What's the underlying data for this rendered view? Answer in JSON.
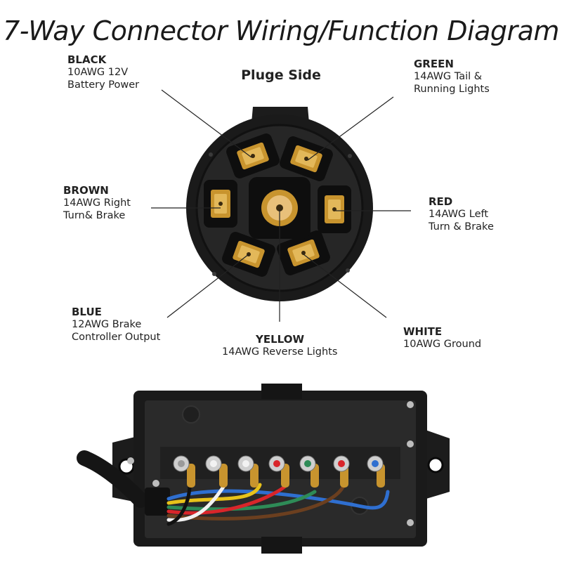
{
  "title": "7-Way Connector Wiring/Function Diagram",
  "subtitle": "Pluge Side",
  "labels": {
    "black": {
      "name": "BLACK",
      "desc": "10AWG 12V\nBattery Power"
    },
    "green": {
      "name": "GREEN",
      "desc": "14AWG Tail &\nRunning Lights"
    },
    "brown": {
      "name": "BROWN",
      "desc": "14AWG Right\nTurn& Brake"
    },
    "red": {
      "name": "RED",
      "desc": "14AWG Left\nTurn & Brake"
    },
    "blue": {
      "name": "BLUE",
      "desc": "12AWG Brake\nController Output"
    },
    "yellow": {
      "name": "YELLOW",
      "desc": "14AWG Reverse Lights"
    },
    "white": {
      "name": "WHITE",
      "desc": "10AWG Ground"
    }
  },
  "colors": {
    "plug_body": "#1c1c1c",
    "pin_gold": "#c8942e",
    "black": "#111111",
    "green": "#2e8b57",
    "brown": "#6b3f1f",
    "red": "#d9252a",
    "blue": "#2f6fd0",
    "yellow": "#e8c21a",
    "white": "#f2f2f2"
  }
}
